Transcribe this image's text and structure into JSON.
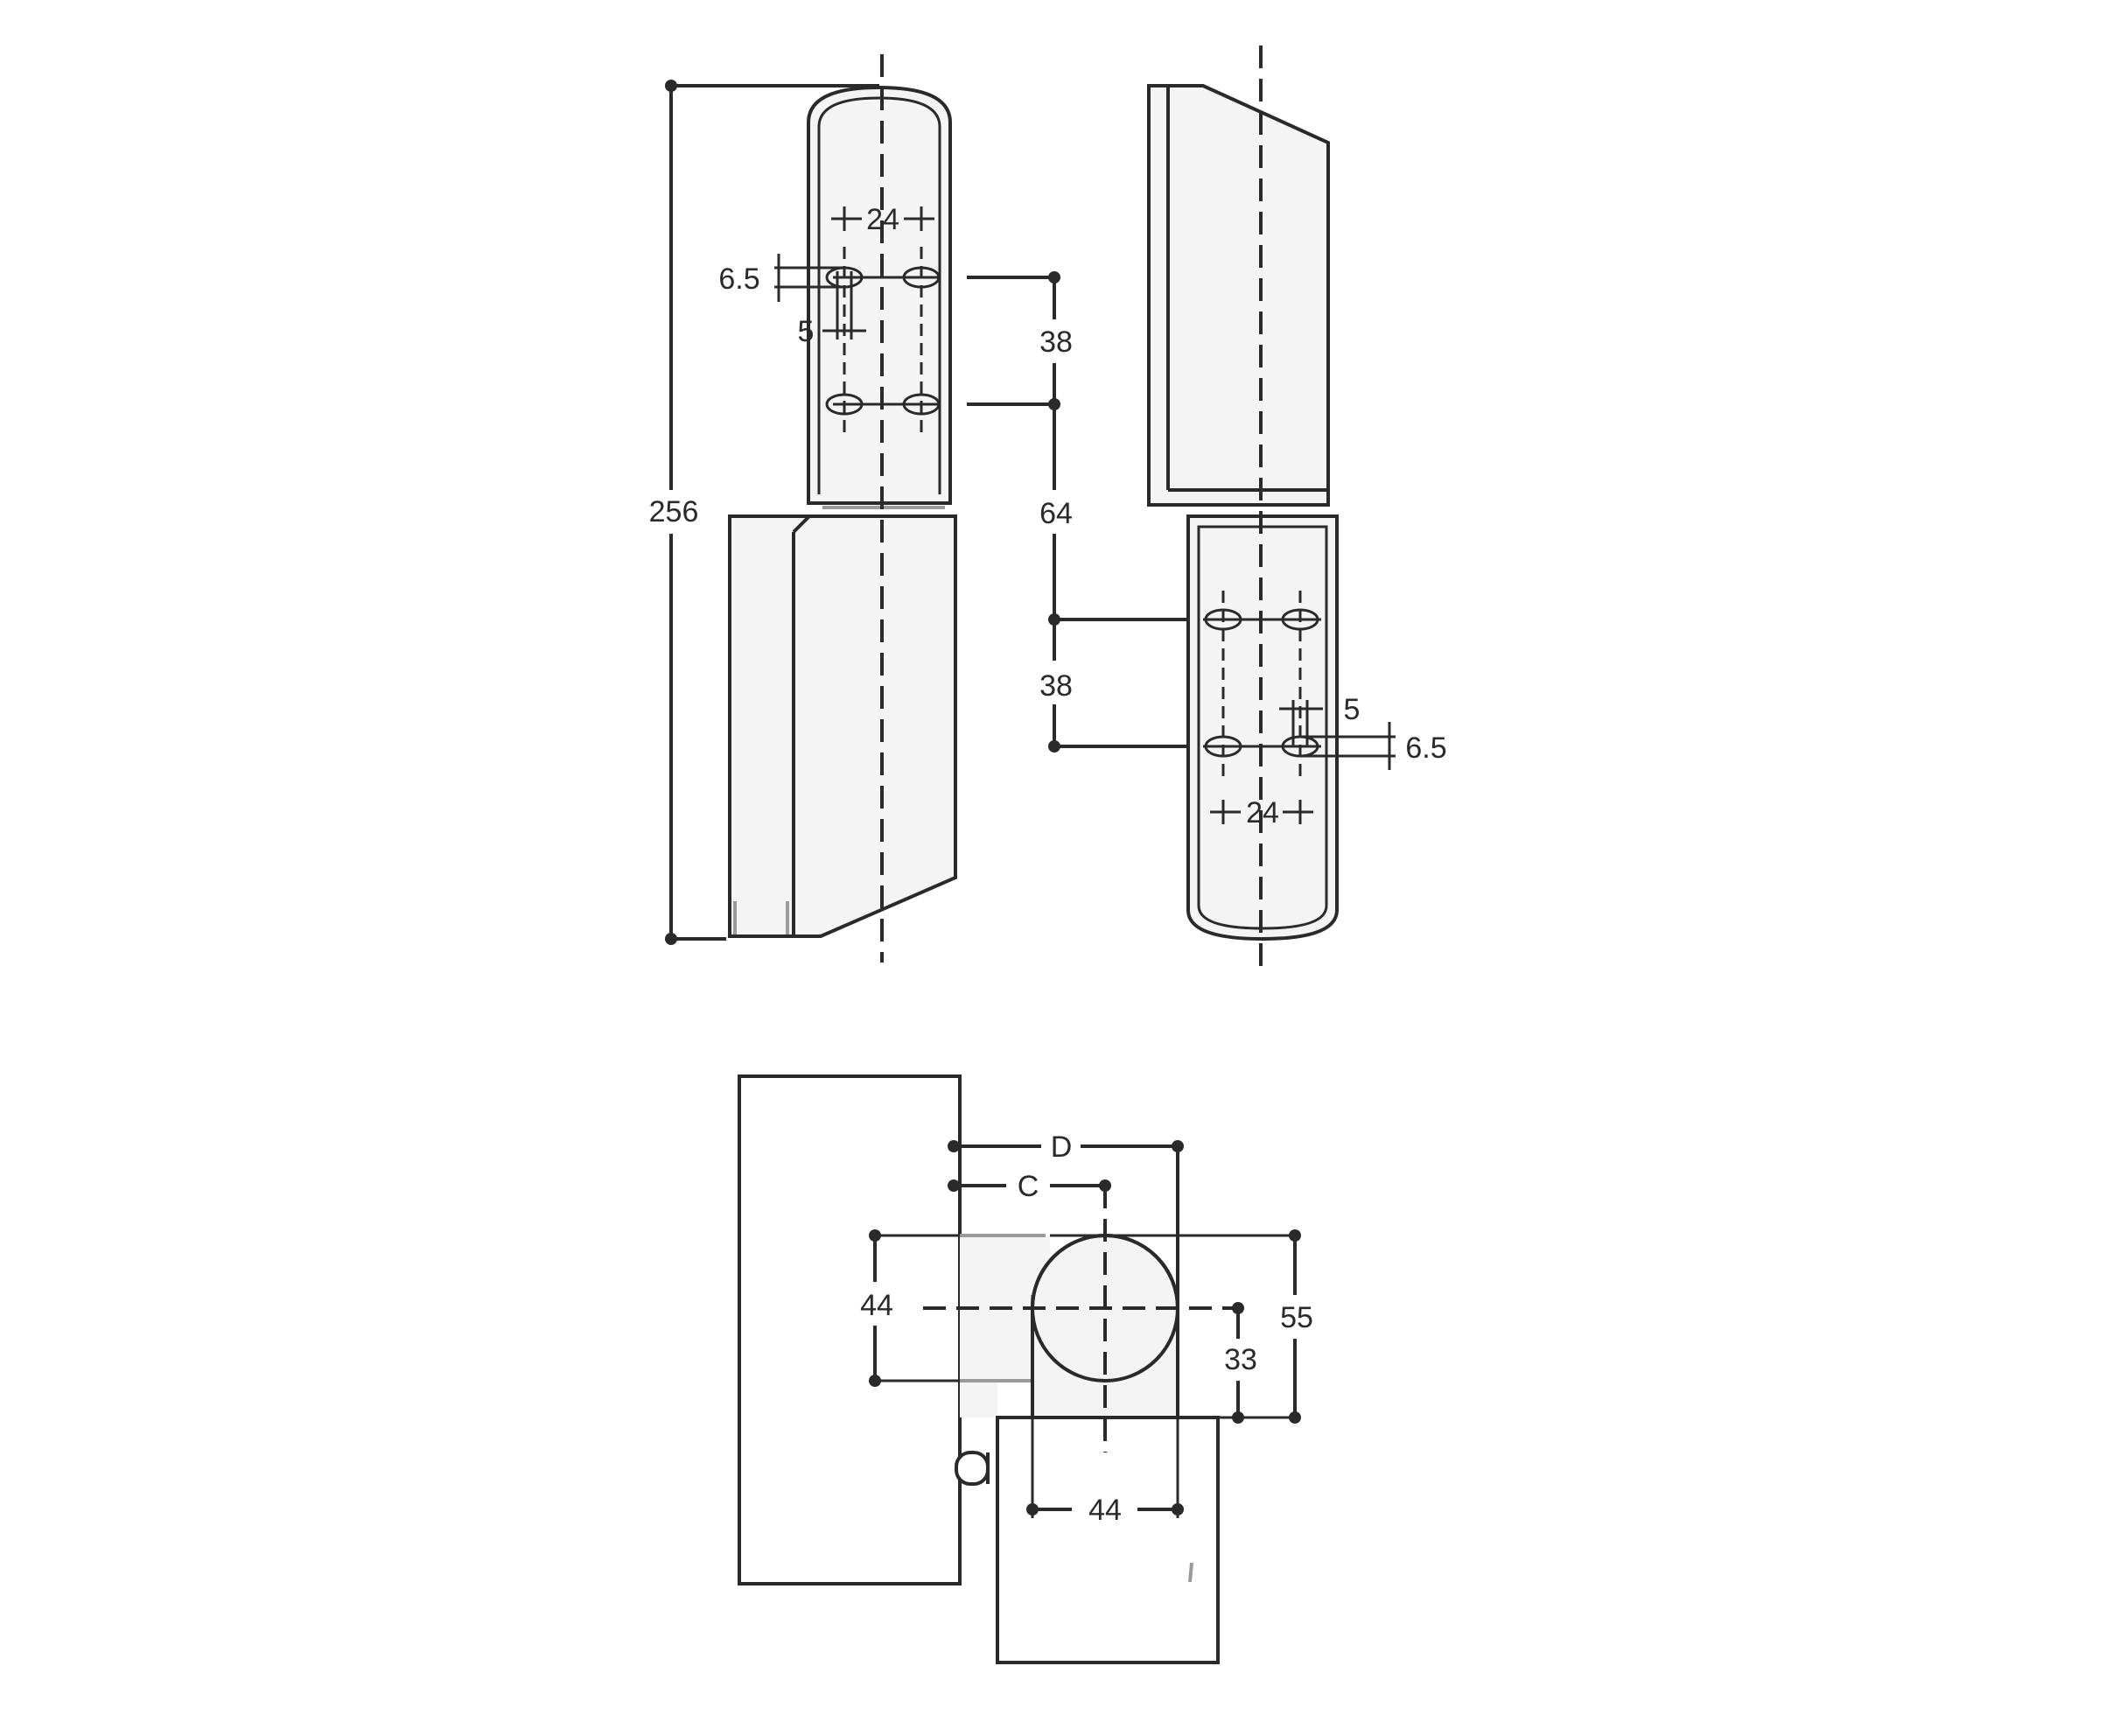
{
  "dimensions": {
    "overall_height": "256",
    "hole_spacing_horizontal_top": "24",
    "slot_height_top": "6.5",
    "slot_width_top": "5",
    "hole_spacing_vertical_top": "38",
    "pin_gap": "64",
    "hole_spacing_vertical_bottom": "38",
    "slot_width_bottom": "5",
    "slot_height_bottom": "6.5",
    "hole_spacing_horizontal_bottom": "24",
    "offset_D": "D",
    "offset_C": "C",
    "leaf_depth": "44",
    "knuckle_width": "55",
    "knuckle_center": "33",
    "knuckle_diameter": "44"
  },
  "colors": {
    "line": "#2a2a2a",
    "fill": "#f4f4f4",
    "highlight": "#9a9a9a"
  }
}
